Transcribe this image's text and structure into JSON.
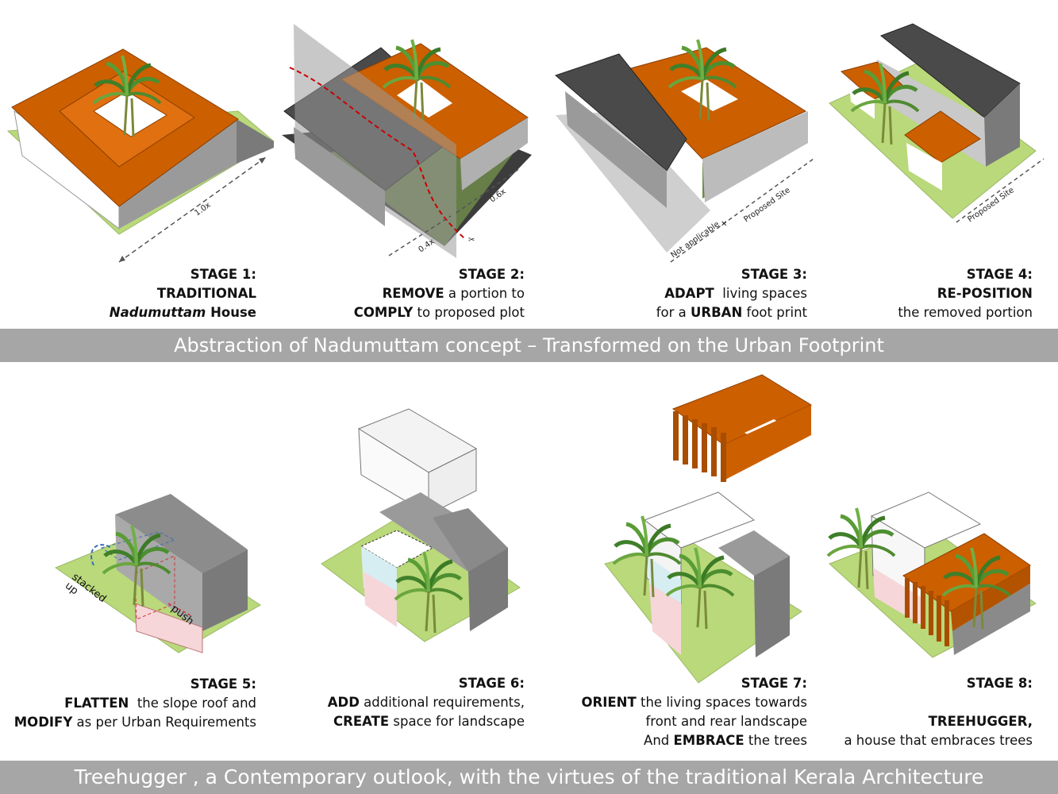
{
  "banners": {
    "top": "Abstraction of Nadumuttam concept – Transformed on the Urban Footprint",
    "bottom": "Treehugger , a Contemporary outlook, with the virtues of the traditional Kerala Architecture"
  },
  "stages": [
    {
      "title": "STAGE 1:",
      "line1_bold": "TRADITIONAL",
      "line2_italic": "Nadumuttam",
      "line2_bold": " House"
    },
    {
      "title": "STAGE 2:",
      "line1_bold": "REMOVE",
      "line1_rest": " a portion to",
      "line2_bold": "COMPLY",
      "line2_rest": " to proposed plot"
    },
    {
      "title": "STAGE 3:",
      "line1_bold": "ADAPT",
      "line1_rest": "  living spaces",
      "line2_pre": "for a ",
      "line2_bold": "URBAN",
      "line2_rest": " foot print"
    },
    {
      "title": "STAGE 4:",
      "line1_bold": "RE-POSITION",
      "line2_rest": "the removed portion"
    },
    {
      "title": "STAGE 5:",
      "line1_bold": "FLATTEN",
      "line1_rest": "  the slope roof and",
      "line2_bold": "MODIFY",
      "line2_rest": " as per Urban Requirements"
    },
    {
      "title": "STAGE 6:",
      "line1_bold": "ADD",
      "line1_rest": " additional requirements,",
      "line2_bold": "CREATE",
      "line2_rest": " space for landscape"
    },
    {
      "title": "STAGE 7:",
      "line1_bold": "ORIENT",
      "line1_rest": " the living spaces towards",
      "line2_rest": "front and rear landscape",
      "line3_pre": "And ",
      "line3_bold": "EMBRACE",
      "line3_rest": " the trees"
    },
    {
      "title": "STAGE 8:",
      "line1_bold": "TREEHUGGER,",
      "line2_rest": "a house that embraces trees"
    }
  ],
  "annotations": {
    "dim_full": "1.0x",
    "dim_remove": "0.4x",
    "dim_keep": "0.6x",
    "not_applicable": "Not applicable",
    "proposed_site_3": "Proposed Site",
    "proposed_site_4": "Proposed Site",
    "stacked_up": "stacked\nup",
    "push": "push"
  },
  "colors": {
    "roof_orange": "#cc5f00",
    "roof_dark": "#4a4a4a",
    "ground_green": "#b9d97a",
    "wall_white": "#ffffff",
    "wall_grey": "#bcbcbc",
    "tint_pink": "#f6d6d9",
    "tint_cyan": "#d6eef2",
    "banner_grey": "#a6a6a6"
  }
}
